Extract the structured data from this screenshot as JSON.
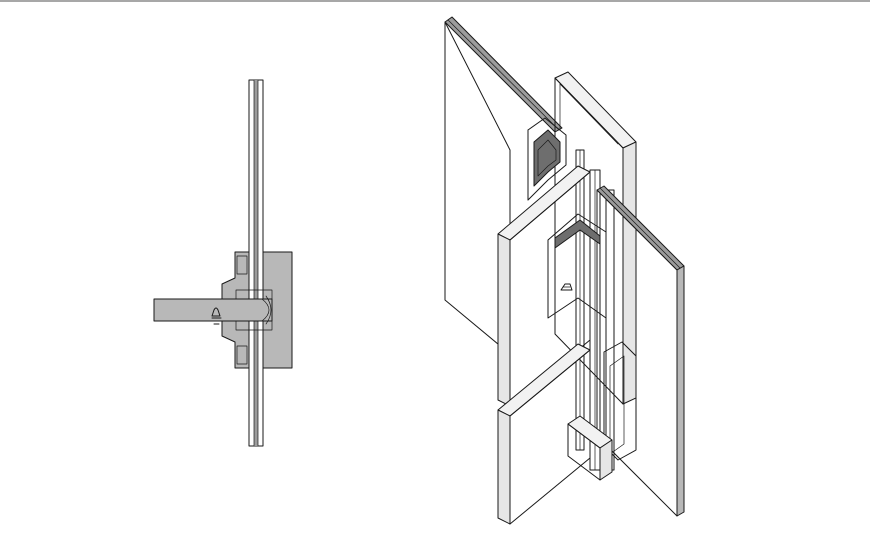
{
  "colors": {
    "background": "#ffffff",
    "top_rule": "#8a8a8a",
    "line": "#1a1a1a",
    "section_fill": "#b8b8b8",
    "glass_fill": "#9c9c9c",
    "dark_fill": "#6e6e6e",
    "light_fill": "#e6e6e6"
  },
  "drawings": [
    {
      "id": "section-view",
      "icon": "hinge-section-drawing"
    },
    {
      "id": "isometric-view",
      "icon": "hinge-isometric-drawing"
    }
  ]
}
